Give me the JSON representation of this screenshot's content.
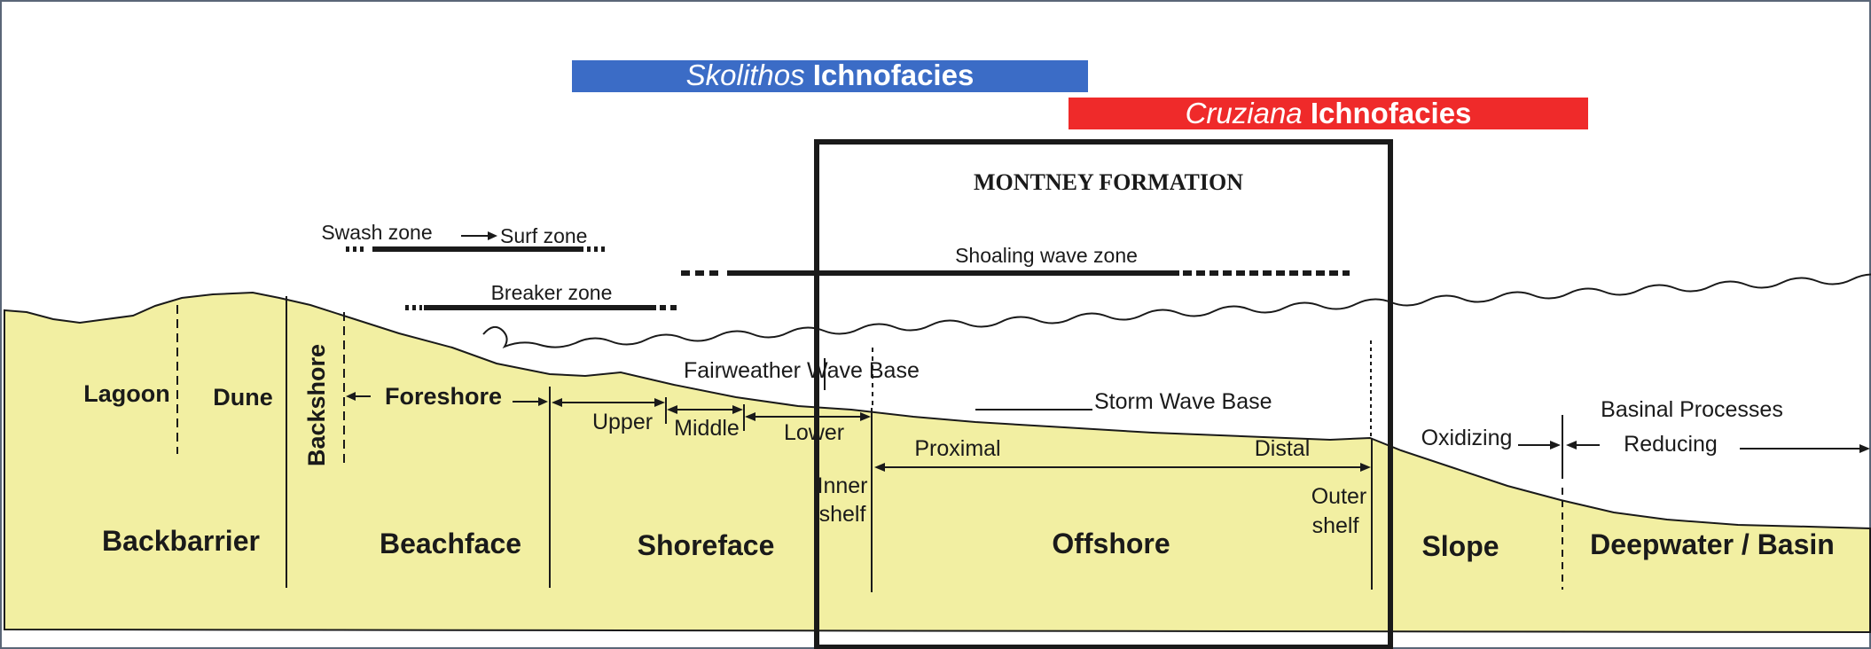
{
  "ichnofacies": {
    "skolithos": {
      "genus": "Skolithos",
      "suffix": " Ichnofacies",
      "color": "#3b6cc6"
    },
    "cruziana": {
      "genus": "Cruziana",
      "suffix": " Ichnofacies",
      "color": "#ef2a2a"
    }
  },
  "formation_box": {
    "title": "MONTNEY FORMATION"
  },
  "wave_zones": {
    "swash": "Swash zone",
    "surf": "Surf zone",
    "breaker": "Breaker zone",
    "shoaling": "Shoaling wave zone"
  },
  "wave_bases": {
    "fairweather": "Fairweather Wave Base",
    "storm": "Storm Wave Base"
  },
  "subzones": {
    "lagoon": "Lagoon",
    "dune": "Dune",
    "backshore": "Backshore",
    "foreshore": "Foreshore",
    "upper": "Upper",
    "middle": "Middle",
    "lower": "Lower",
    "proximal": "Proximal",
    "distal": "Distal",
    "inner_shelf": [
      "Inner",
      "shelf"
    ],
    "outer_shelf": [
      "Outer",
      "shelf"
    ],
    "oxidizing": "Oxidizing",
    "reducing": "Reducing",
    "basinal": "Basinal Processes"
  },
  "environments": {
    "backbarrier": "Backbarrier",
    "beachface": "Beachface",
    "shoreface": "Shoreface",
    "offshore": "Offshore",
    "slope": "Slope",
    "deepwater": "Deepwater / Basin"
  },
  "colors": {
    "sediment": "#f2efa2",
    "line": "#1a1a1a",
    "frame": "#5a6678"
  }
}
